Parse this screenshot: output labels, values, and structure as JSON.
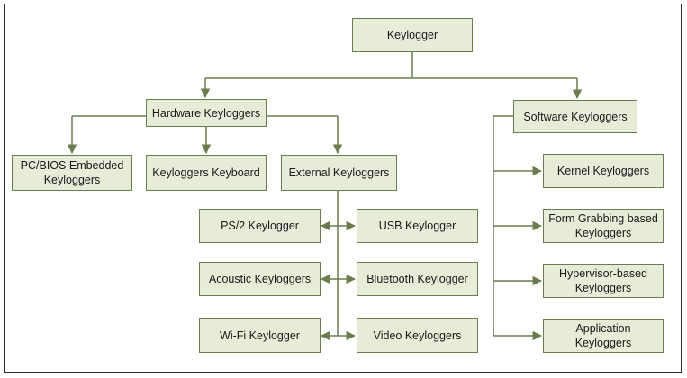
{
  "diagram": {
    "root": "Keylogger",
    "hardware": "Hardware Keyloggers",
    "software": "Software Keyloggers",
    "pc_bios": "PC/BIOS Embedded\nKeyloggers",
    "keyboard": "Keyloggers Keyboard",
    "external": "External Keyloggers",
    "ps2": "PS/2 Keylogger",
    "usb": "USB Keylogger",
    "acoustic": "Acoustic  Keyloggers",
    "bluetooth": "Bluetooth Keylogger",
    "wifi": "Wi-Fi Keylogger",
    "video": "Video Keyloggers",
    "kernel": "Kernel Keyloggers",
    "form_grabbing": "Form Grabbing based\nKeyloggers",
    "hypervisor": "Hypervisor-based\nKeyloggers",
    "application": "Application\nKeyloggers"
  },
  "colors": {
    "box_fill": "#e6ecd8",
    "box_border": "#6b7d4f",
    "line": "#6b7d4f"
  }
}
